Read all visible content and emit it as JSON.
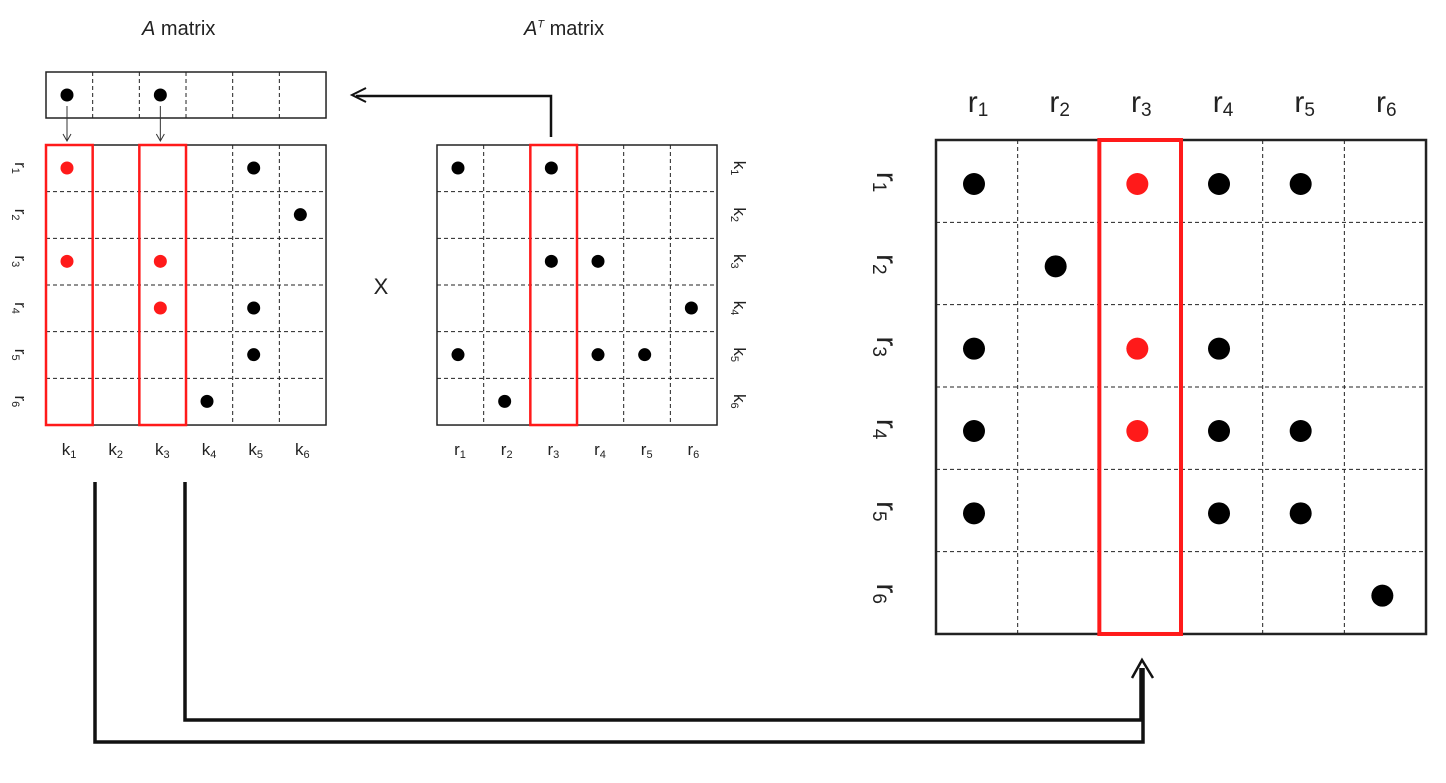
{
  "titles": {
    "a_matrix": "A matrix",
    "a_matrix_letter": "A",
    "a_matrix_word": "matrix",
    "at_matrix_letter": "A",
    "at_matrix_sup": "T",
    "at_matrix_word": "matrix"
  },
  "operator": "X",
  "row_labels": [
    "r1",
    "r2",
    "r3",
    "r4",
    "r5",
    "r6"
  ],
  "col_labels_k": [
    "k1",
    "k2",
    "k3",
    "k4",
    "k5",
    "k6"
  ],
  "colors": {
    "red": "#ff1a1a",
    "black": "#000000",
    "grid": "#222222"
  },
  "top_vector": {
    "cells": 6,
    "dots": [
      {
        "col": 0,
        "color": "black"
      },
      {
        "col": 2,
        "color": "black"
      }
    ]
  },
  "a_matrix": {
    "rows": [
      "r1",
      "r2",
      "r3",
      "r4",
      "r5",
      "r6"
    ],
    "cols": [
      "k1",
      "k2",
      "k3",
      "k4",
      "k5",
      "k6"
    ],
    "highlight_cols": [
      0,
      2
    ],
    "dots": [
      {
        "r": 0,
        "c": 0,
        "color": "red"
      },
      {
        "r": 0,
        "c": 4,
        "color": "black"
      },
      {
        "r": 1,
        "c": 5,
        "color": "black"
      },
      {
        "r": 2,
        "c": 0,
        "color": "red"
      },
      {
        "r": 2,
        "c": 2,
        "color": "red"
      },
      {
        "r": 3,
        "c": 2,
        "color": "red"
      },
      {
        "r": 3,
        "c": 4,
        "color": "black"
      },
      {
        "r": 4,
        "c": 4,
        "color": "black"
      },
      {
        "r": 5,
        "c": 3,
        "color": "black"
      }
    ]
  },
  "at_matrix": {
    "rows": [
      "k1",
      "k2",
      "k3",
      "k4",
      "k5",
      "k6"
    ],
    "cols": [
      "r1",
      "r2",
      "r3",
      "r4",
      "r5",
      "r6"
    ],
    "highlight_cols": [
      2
    ],
    "dots": [
      {
        "r": 0,
        "c": 0,
        "color": "black"
      },
      {
        "r": 0,
        "c": 2,
        "color": "black"
      },
      {
        "r": 2,
        "c": 2,
        "color": "black"
      },
      {
        "r": 2,
        "c": 3,
        "color": "black"
      },
      {
        "r": 3,
        "c": 5,
        "color": "black"
      },
      {
        "r": 4,
        "c": 0,
        "color": "black"
      },
      {
        "r": 4,
        "c": 3,
        "color": "black"
      },
      {
        "r": 4,
        "c": 4,
        "color": "black"
      },
      {
        "r": 5,
        "c": 1,
        "color": "black"
      }
    ]
  },
  "result_matrix": {
    "rows": [
      "r1",
      "r2",
      "r3",
      "r4",
      "r5",
      "r6"
    ],
    "cols": [
      "r1",
      "r2",
      "r3",
      "r4",
      "r5",
      "r6"
    ],
    "highlight_cols": [
      2
    ],
    "dots": [
      {
        "r": 0,
        "c": 0,
        "color": "black"
      },
      {
        "r": 0,
        "c": 2,
        "color": "red"
      },
      {
        "r": 0,
        "c": 3,
        "color": "black"
      },
      {
        "r": 0,
        "c": 4,
        "color": "black"
      },
      {
        "r": 1,
        "c": 1,
        "color": "black"
      },
      {
        "r": 2,
        "c": 0,
        "color": "black"
      },
      {
        "r": 2,
        "c": 2,
        "color": "red"
      },
      {
        "r": 2,
        "c": 3,
        "color": "black"
      },
      {
        "r": 3,
        "c": 0,
        "color": "black"
      },
      {
        "r": 3,
        "c": 2,
        "color": "red"
      },
      {
        "r": 3,
        "c": 3,
        "color": "black"
      },
      {
        "r": 3,
        "c": 4,
        "color": "black"
      },
      {
        "r": 4,
        "c": 0,
        "color": "black"
      },
      {
        "r": 4,
        "c": 3,
        "color": "black"
      },
      {
        "r": 4,
        "c": 4,
        "color": "black"
      },
      {
        "r": 5,
        "c": 5,
        "color": "black"
      }
    ]
  }
}
